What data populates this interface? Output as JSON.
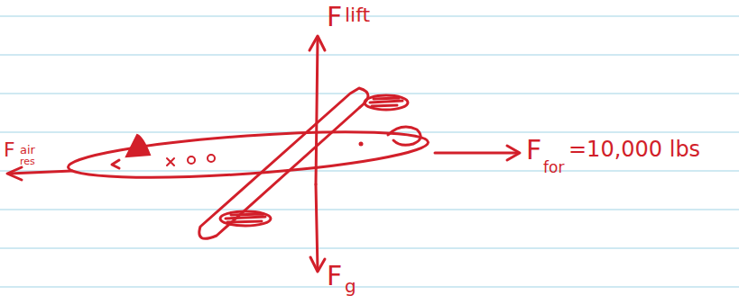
{
  "diagram": {
    "labels": [
      "F",
      "lift",
      "F",
      "air",
      "res",
      "F",
      "g",
      "F",
      "for",
      "=10,000 lbs"
    ]
  }
}
